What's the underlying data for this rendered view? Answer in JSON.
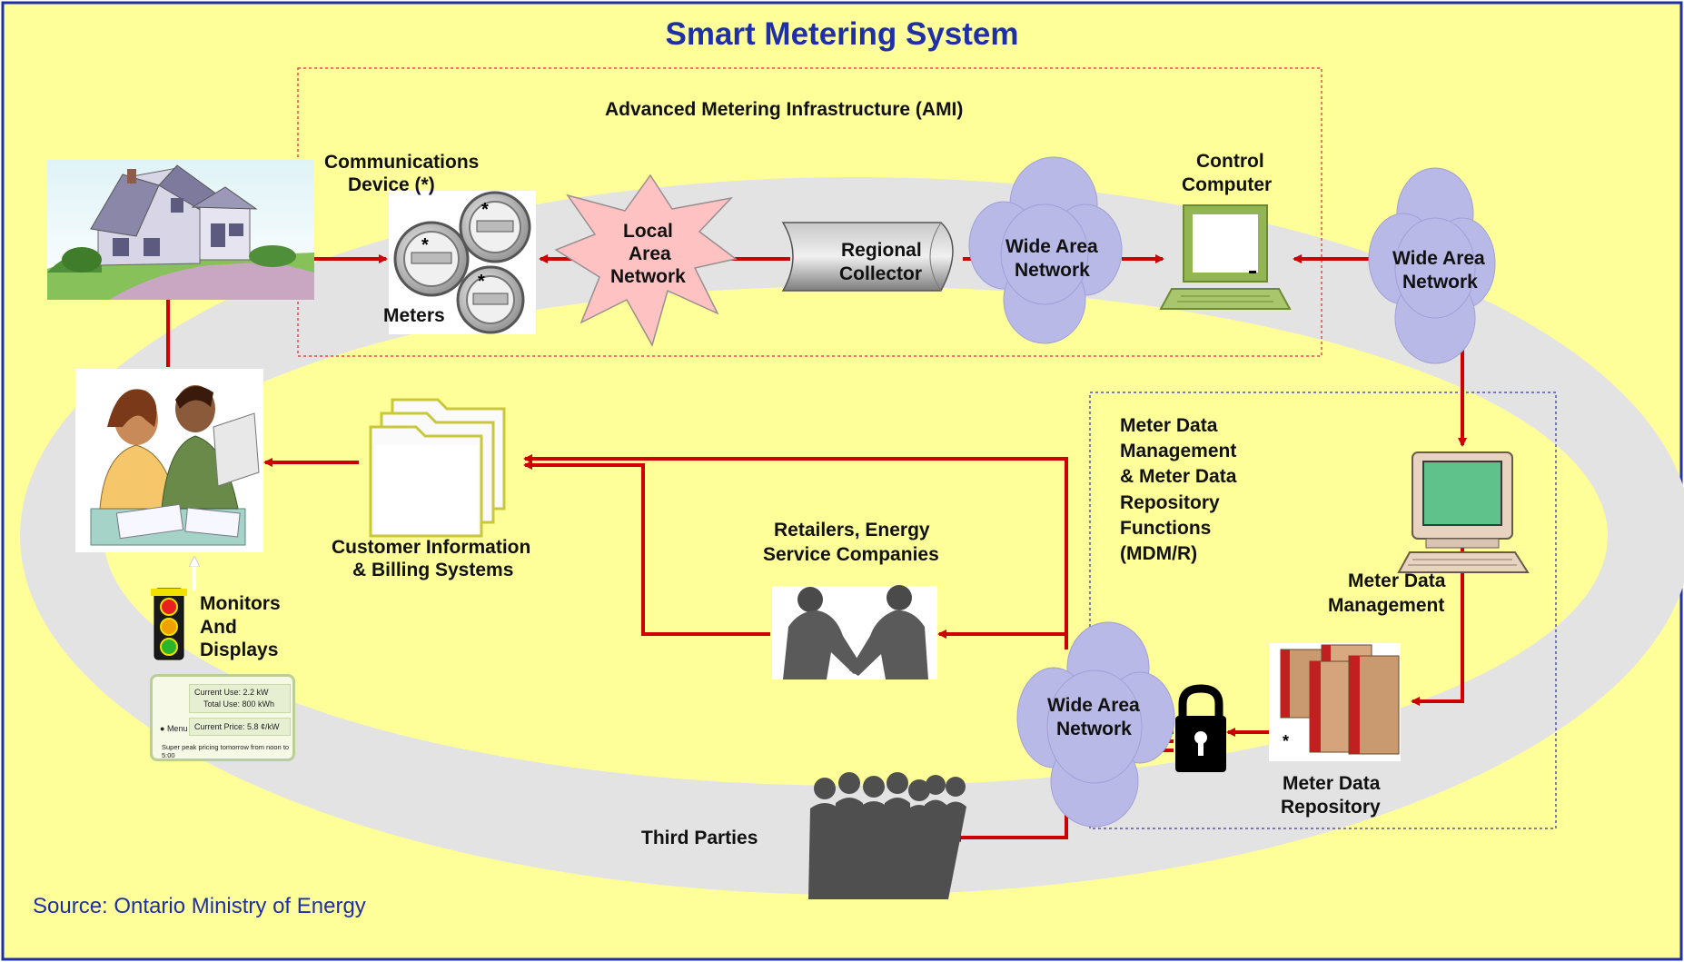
{
  "title": "Smart Metering System",
  "source": "Source: Ontario Ministry of Energy",
  "ami_title": "Advanced Metering Infrastructure (AMI)",
  "nodes": {
    "comm_device_1": "Communications",
    "comm_device_2": "Device (*)",
    "meters": "Meters",
    "lan_1": "Local",
    "lan_2": "Area",
    "lan_3": "Network",
    "regional_1": "Regional",
    "regional_2": "Collector",
    "wan1_1": "Wide Area",
    "wan1_2": "Network",
    "control_1": "Control",
    "control_2": "Computer",
    "wan2_1": "Wide Area",
    "wan2_2": "Network",
    "mdm_1": "Meter Data",
    "mdm_2": "Management",
    "mdm_3": "& Meter Data",
    "mdm_4": "Repository",
    "mdm_5": "Functions",
    "mdm_6": "(MDM/R)",
    "mdmgmt_1": "Meter Data",
    "mdmgmt_2": "Management",
    "mdrepo_1": "Meter Data",
    "mdrepo_2": "Repository",
    "wan3_1": "Wide Area",
    "wan3_2": "Network",
    "retail_1": "Retailers, Energy",
    "retail_2": "Service Companies",
    "cis_1": "Customer Information",
    "cis_2": "& Billing Systems",
    "third": "Third Parties",
    "monitors_1": "Monitors",
    "monitors_2": "And",
    "monitors_3": "Displays"
  },
  "display_panel": {
    "current_use": "Current Use:  2.2 kW",
    "total_use": "Total Use:  800 kWh",
    "current_price": "Current Price:  5.8 ¢/kW",
    "menu": "Menu",
    "notice": "Super peak pricing tomorrow from noon to 5:00"
  },
  "colors": {
    "background": "#ffff99",
    "frame": "#1f2fa8",
    "arrow": "#cc0000",
    "ring": "#e3e3e3",
    "cloud": "#b9b9e8"
  }
}
